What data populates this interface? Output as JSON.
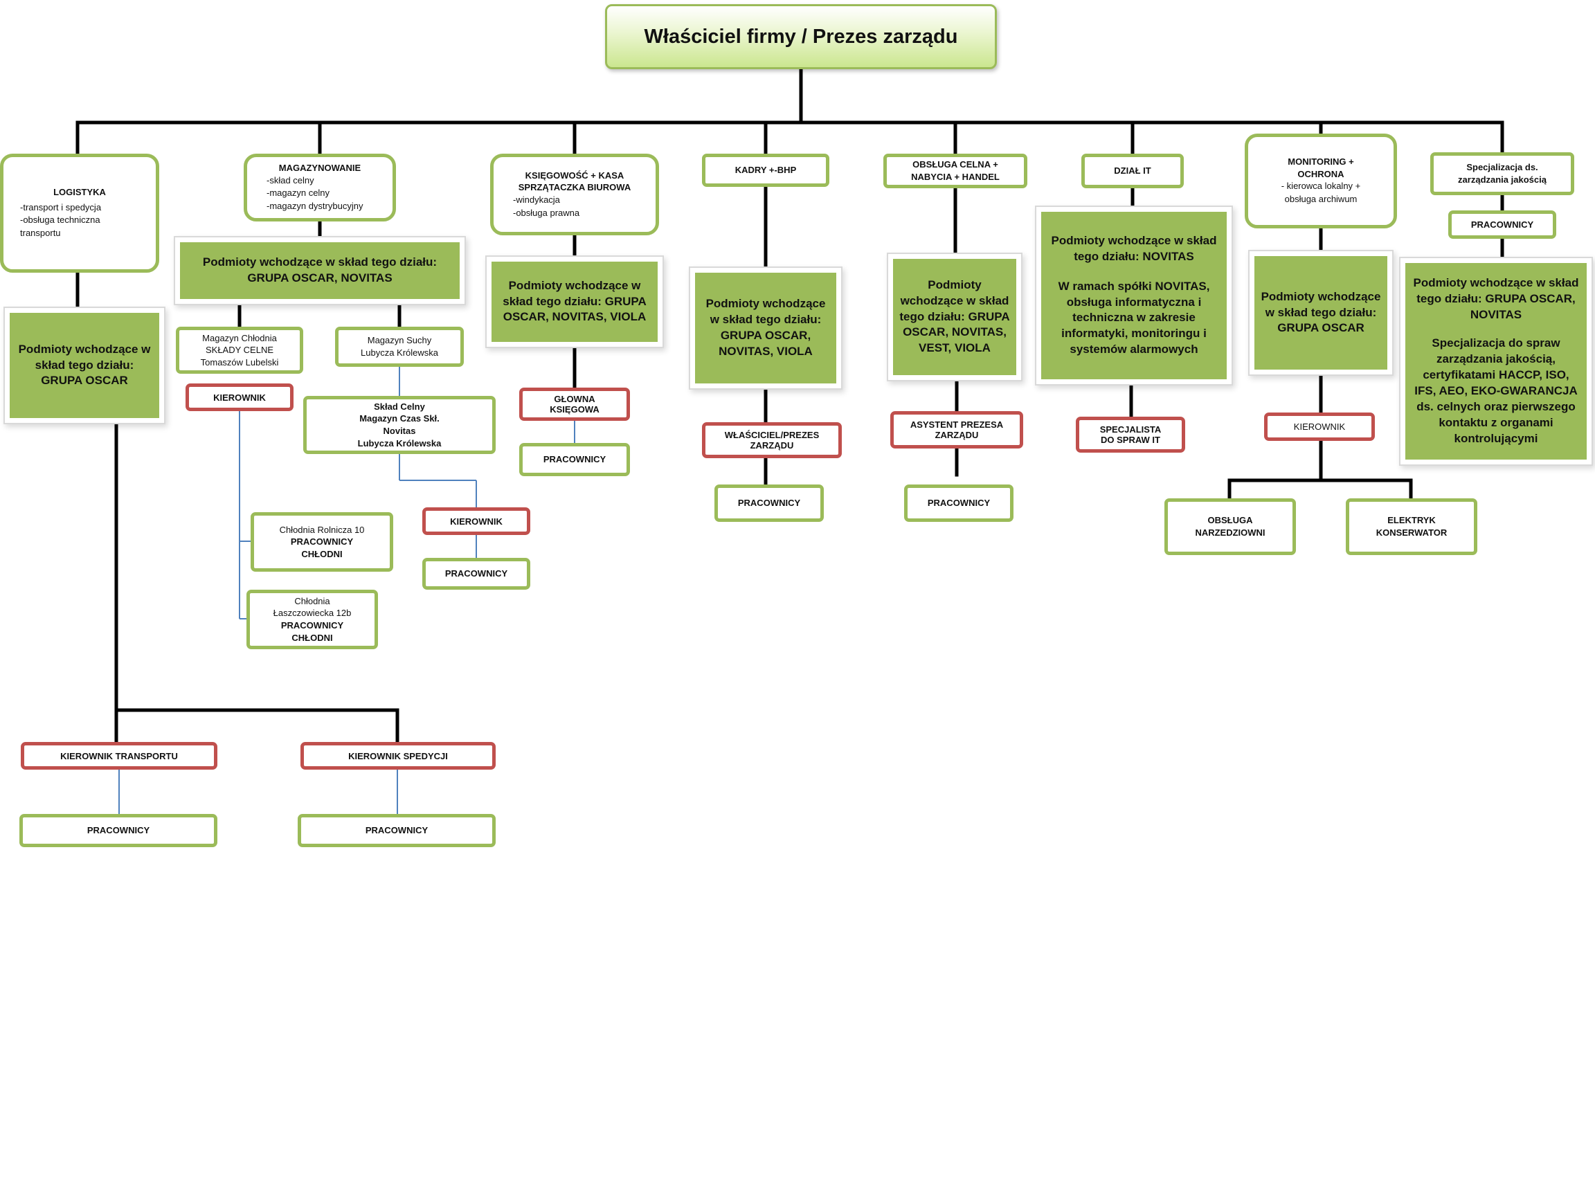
{
  "diagram": {
    "top": "Właściciel firmy / Prezes zarządu",
    "logistyka": {
      "title": "LOGISTYKA",
      "items": [
        "-transport i spedycja",
        "-obsługa techniczna",
        "transportu"
      ],
      "entities": "Podmioty wchodzące w skład tego działu: GRUPA OSCAR",
      "kierownik_transportu": "KIEROWNIK TRANSPORTU",
      "kierownik_spedycji": "KIEROWNIK SPEDYCJI",
      "pracownicy_1": "PRACOWNICY",
      "pracownicy_2": "PRACOWNICY"
    },
    "magazynowanie": {
      "title": "MAGAZYNOWANIE",
      "items": [
        "-skład celny",
        "-magazyn celny",
        "-magazyn dystrybucyjny"
      ],
      "entities": "Podmioty  wchodzące w skład tego działu: GRUPA OSCAR, NOVITAS",
      "chlodnia": [
        "Magazyn Chłodnia",
        "SKŁADY CELNE",
        "Tomaszów Lubelski"
      ],
      "suchy": [
        "Magazyn Suchy",
        "Lubycza Królewska"
      ],
      "kierownik_1": "KIEROWNIK",
      "sklad_celny": [
        "Skład Celny",
        "Magazyn Czas Skł.",
        "Novitas",
        "Lubycza Królewska"
      ],
      "rolnicza": [
        "Chłodnia Rolnicza 10",
        "PRACOWNICY",
        "CHŁODNI"
      ],
      "laszczowiecka": [
        "Chłodnia",
        "Łaszczowiecka 12b",
        "PRACOWNICY",
        "CHŁODNI"
      ],
      "kierownik_2": "KIEROWNIK",
      "pracownicy": "PRACOWNICY"
    },
    "ksiegowosc": {
      "title": [
        "KSIĘGOWOŚĆ + KASA",
        "SPRZĄTACZKA BIUROWA"
      ],
      "items": [
        "-windykacja",
        "-obsługa prawna"
      ],
      "entities": "Podmioty  wchodzące w skład tego działu: GRUPA OSCAR, NOVITAS, VIOLA",
      "glowna": [
        "GŁOWNA",
        "KSIĘGOWA"
      ],
      "pracownicy": "PRACOWNICY"
    },
    "kadry": {
      "title": "KADRY +-BHP",
      "entities": "Podmioty wchodzące w skład tego działu: GRUPA OSCAR, NOVITAS, VIOLA",
      "wlasciciel": [
        "WŁAŚCICIEL/PREZES",
        "ZARZĄDU"
      ],
      "pracownicy": "PRACOWNICY"
    },
    "obsluga_celna": {
      "title": [
        "OBSŁUGA CELNA +",
        "NABYCIA + HANDEL"
      ],
      "entities": "Podmioty wchodzące w skład tego działu: GRUPA OSCAR, NOVITAS, VEST, VIOLA",
      "asystent": [
        "ASYSTENT PREZESA",
        "ZARZĄDU"
      ],
      "pracownicy": "PRACOWNICY"
    },
    "it": {
      "title": "DZIAŁ IT",
      "entities": "Podmioty wchodzące w skład tego działu: NOVITAS",
      "note": "W ramach spółki NOVITAS, obsługa informatyczna i techniczna w zakresie informatyki, monitoringu i systemów alarmowych",
      "specjalista": [
        "SPECJALISTA",
        "DO SPRAW IT"
      ]
    },
    "monitoring": {
      "title": [
        "MONITORING +",
        "OCHRONA"
      ],
      "items": [
        "- kierowca lokalny +",
        "obsługa archiwum"
      ],
      "entities": "Podmioty wchodzące w skład tego działu: GRUPA OSCAR",
      "kierownik": "KIEROWNIK",
      "obsluga": [
        "OBSŁUGA",
        "NARZEDZIOWNI"
      ],
      "elektryk": [
        "ELEKTRYK",
        "KONSERWATOR"
      ]
    },
    "jakosc": {
      "title": [
        "Specjalizacja ds.",
        "zarządzania jakością"
      ],
      "pracownicy": "PRACOWNICY",
      "entities": "Podmioty wchodzące w skład tego działu: GRUPA OSCAR, NOVITAS",
      "note": "Specjalizacja do spraw zarządzania jakością, certyfikatami HACCP, ISO, IFS, AEO, EKO-GWARANCJA ds. celnych oraz pierwszego kontaktu z organami kontrolującymi"
    }
  }
}
